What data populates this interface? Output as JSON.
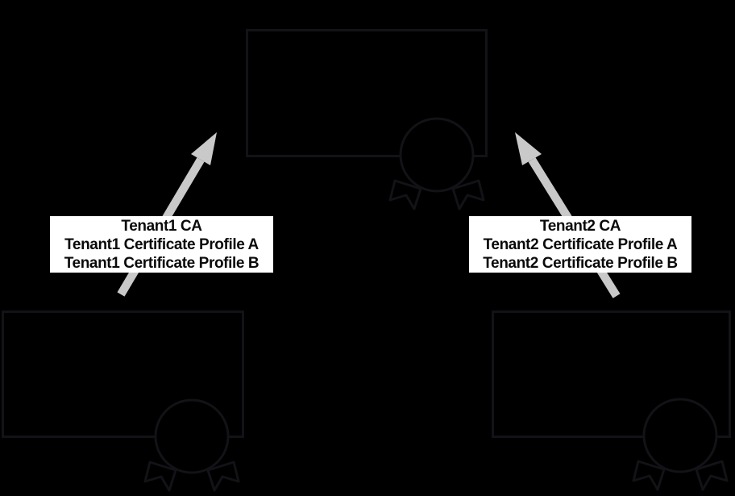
{
  "labels": {
    "tenant1": {
      "lines": [
        "Tenant1 CA",
        "Tenant1 Certificate Profile A",
        "Tenant1 Certificate Profile B"
      ]
    },
    "tenant2": {
      "lines": [
        "Tenant2 CA",
        "Tenant2 Certificate Profile A",
        "Tenant2 Certificate Profile B"
      ]
    }
  },
  "icons": {
    "certificate_rosette": "award-seal-with-ribbons"
  },
  "colors": {
    "background": "#000000",
    "box_stroke": "#121217",
    "arrow": "#c9c9c9",
    "label_bg": "#ffffff",
    "label_text": "#0a0a0a"
  }
}
